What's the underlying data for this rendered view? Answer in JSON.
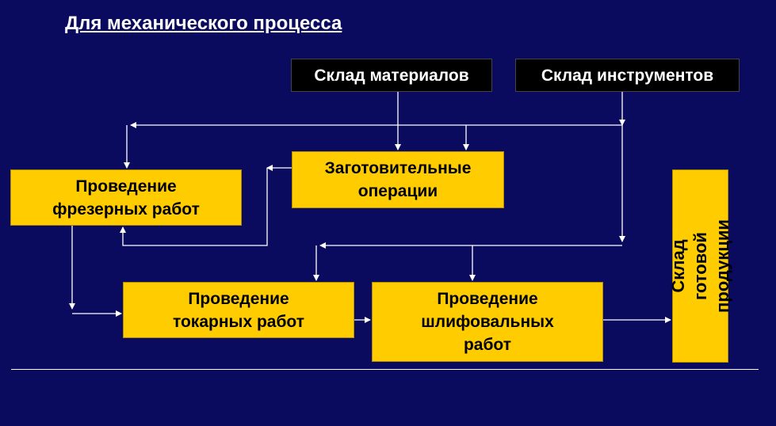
{
  "title": "Для механического процесса",
  "nodes": {
    "materials_store": "Склад материалов",
    "tools_store": "Склад инструментов",
    "blank_operations": "Заготовительные\nоперации",
    "milling": "Проведение\nфрезерных работ",
    "turning": "Проведение\nтокарных работ",
    "grinding": "Проведение\nшлифовальных\nработ",
    "finished_goods_store": "Склад готовой\nпродукции"
  },
  "colors": {
    "background": "#0a0a5e",
    "process_box": "#ffcc00",
    "store_box": "#000000",
    "connector": "#ffffff"
  }
}
